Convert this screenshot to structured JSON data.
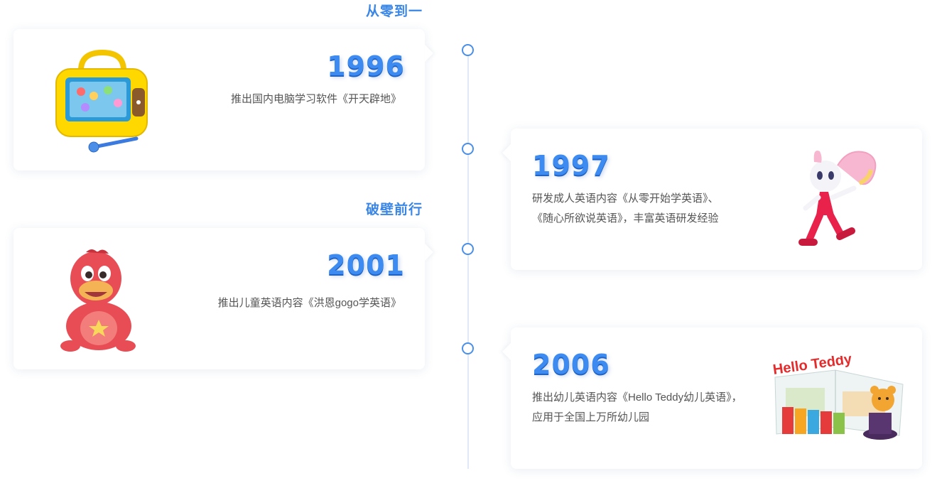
{
  "sections": [
    {
      "label": "从零到一"
    },
    {
      "label": "破壁前行"
    }
  ],
  "entries": [
    {
      "year": "1996",
      "lines": [
        "推出国内电脑学习软件《开天辟地》"
      ]
    },
    {
      "year": "1997",
      "lines": [
        "研发成人英语内容《从零开始学英语》、",
        "《随心所欲说英语》，丰富英语研发经验"
      ]
    },
    {
      "year": "2001",
      "lines": [
        "推出儿童英语内容《洪恩gogo学英语》"
      ]
    },
    {
      "year": "2006",
      "lines": [
        "推出幼儿英语内容《Hello Teddy幼儿英语》，",
        "应用于全国上万所幼儿园"
      ]
    }
  ],
  "book_logo": "Hello Teddy",
  "colors": {
    "accent": "#3a86e6",
    "line": "#dfe9f7",
    "text": "#555555"
  }
}
